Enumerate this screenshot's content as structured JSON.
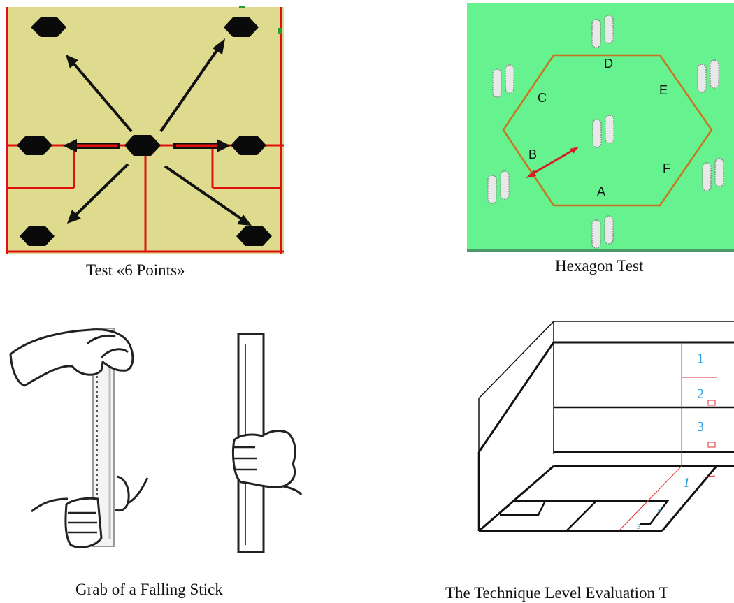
{
  "panels": {
    "six_points": {
      "caption": "Test «6 Points»"
    },
    "hexagon": {
      "caption": "Hexagon Test",
      "labels": {
        "a": "A",
        "b": "B",
        "c": "C",
        "d": "D",
        "e": "E",
        "f": "F"
      }
    },
    "falling_stick": {
      "caption": "Grab of a Falling Stick"
    },
    "technique": {
      "caption": "The Technique Level  Evaluation T",
      "zone_labels": {
        "wall_1": "1",
        "wall_2": "2",
        "wall_3": "3",
        "floor_1": "1",
        "floor_2": "2",
        "floor_3": "3"
      }
    }
  },
  "colors": {
    "yellow_bg": "#DEDB8E",
    "red_line": "#E01010",
    "green_bg": "#66F28E",
    "hex_line": "#C8731E",
    "arrow_red": "#D42020",
    "blue_label": "#1E9BE0"
  }
}
